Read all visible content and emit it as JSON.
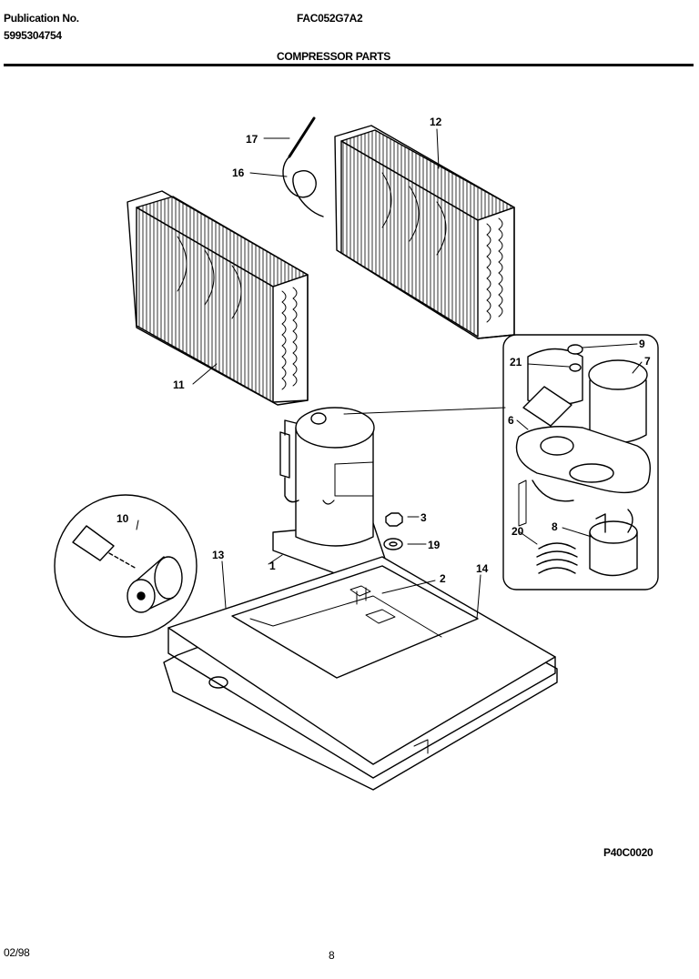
{
  "header": {
    "publication_label": "Publication No.",
    "publication_number": "5995304754",
    "model": "FAC052G7A2",
    "section_title": "COMPRESSOR PARTS"
  },
  "callouts": [
    "1",
    "2",
    "3",
    "6",
    "7",
    "8",
    "9",
    "10",
    "11",
    "12",
    "13",
    "14",
    "16",
    "17",
    "19",
    "20",
    "21"
  ],
  "footer": {
    "image_code": "P40C0020",
    "date": "02/98",
    "page": "8"
  }
}
